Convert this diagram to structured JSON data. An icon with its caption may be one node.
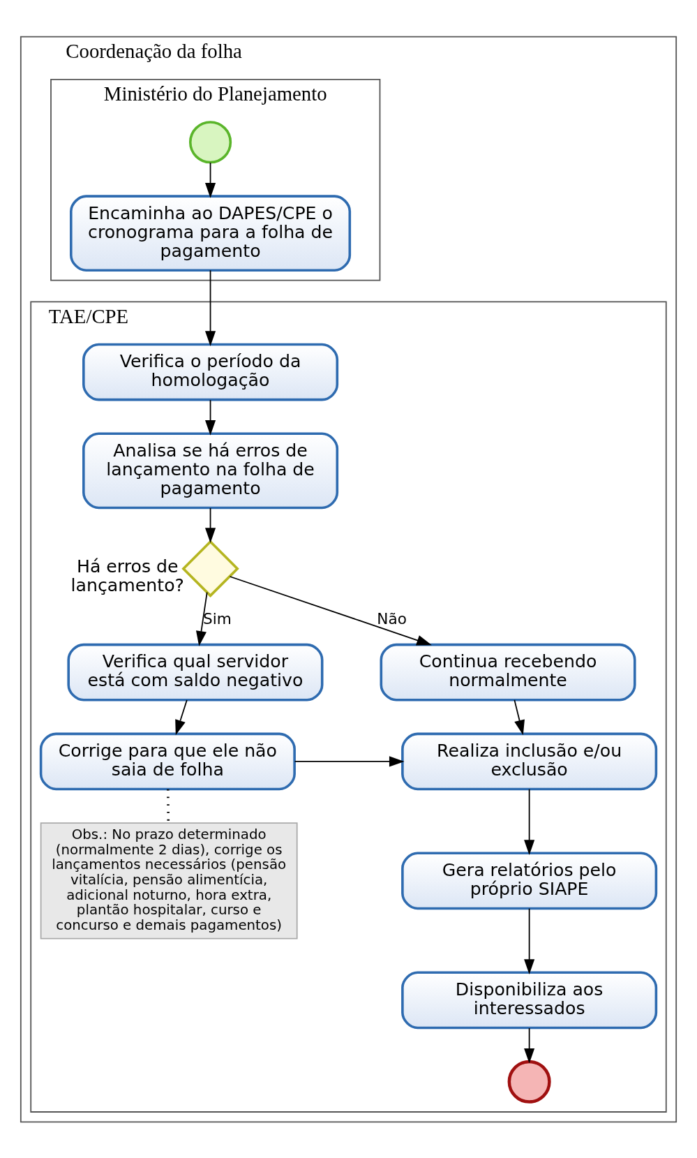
{
  "diagram": {
    "nodes": [
      {
        "text": [
          "Coordenação da folha"
        ]
      },
      {
        "text": [
          "Ministério do Planejamento"
        ],
        "in": 0
      },
      {
        "text": [
          "TAE/CPE"
        ],
        "in": 0
      },
      {
        "text": [],
        "shape": "circle",
        "in": 1
      },
      {
        "text": [
          "Encaminha ao DAPES/CPE o cronograma para a folha de pagamento"
        ],
        "in": 1
      },
      {
        "text": [
          "Verifica o período da homologação"
        ],
        "in": 2
      },
      {
        "text": [
          "Analisa se há erros de lançamento na folha de pagamento"
        ],
        "in": 2
      },
      {
        "text": [],
        "shape": "diamond",
        "beside": [
          "Há erros de lançamento?"
        ],
        "in": 2
      },
      {
        "text": [
          "Verifica qual servidor está com saldo negativo"
        ],
        "in": 2
      },
      {
        "text": [
          "Continua recebendo normalmente"
        ],
        "in": 2
      },
      {
        "text": [
          "Corrige para que ele não saia de folha"
        ],
        "in": 2
      },
      {
        "text": [
          "Realiza inclusão e/ou exclusão"
        ],
        "in": 2
      },
      {
        "text": [
          "Obs.: No prazo determinado (normalmente 2 dias), corrige os lançamentos necessários (pensão vitalícia, pensão alimentícia, adicional noturno, hora extra, plantão hospitalar, curso e concurso e demais pagamentos)"
        ],
        "in": 2
      },
      {
        "text": [
          "Gera relatórios pelo próprio SIAPE"
        ],
        "in": 2
      },
      {
        "text": [
          "Disponibiliza aos interessados"
        ],
        "in": 2
      },
      {
        "text": [],
        "shape": "circle",
        "in": 2
      }
    ],
    "edges": [
      {
        "from": 3,
        "to": 4,
        "arrow": "to"
      },
      {
        "from": 4,
        "to": 5,
        "arrow": "to"
      },
      {
        "from": 5,
        "to": 6,
        "arrow": "to"
      },
      {
        "from": 6,
        "to": 7,
        "arrow": "to"
      },
      {
        "from": 7,
        "to": 8,
        "arrow": "to",
        "label": "Sim"
      },
      {
        "from": 7,
        "to": 9,
        "arrow": "to",
        "label": "Não"
      },
      {
        "from": 8,
        "to": 10,
        "arrow": "to"
      },
      {
        "from": 9,
        "to": 11,
        "arrow": "to"
      },
      {
        "from": 10,
        "to": 11,
        "arrow": "to"
      },
      {
        "from": 10,
        "to": 12,
        "arrow": "none",
        "style": "dashed"
      },
      {
        "from": 11,
        "to": 13,
        "arrow": "to"
      },
      {
        "from": 13,
        "to": 14,
        "arrow": "to"
      },
      {
        "from": 14,
        "to": 15,
        "arrow": "to"
      }
    ]
  }
}
